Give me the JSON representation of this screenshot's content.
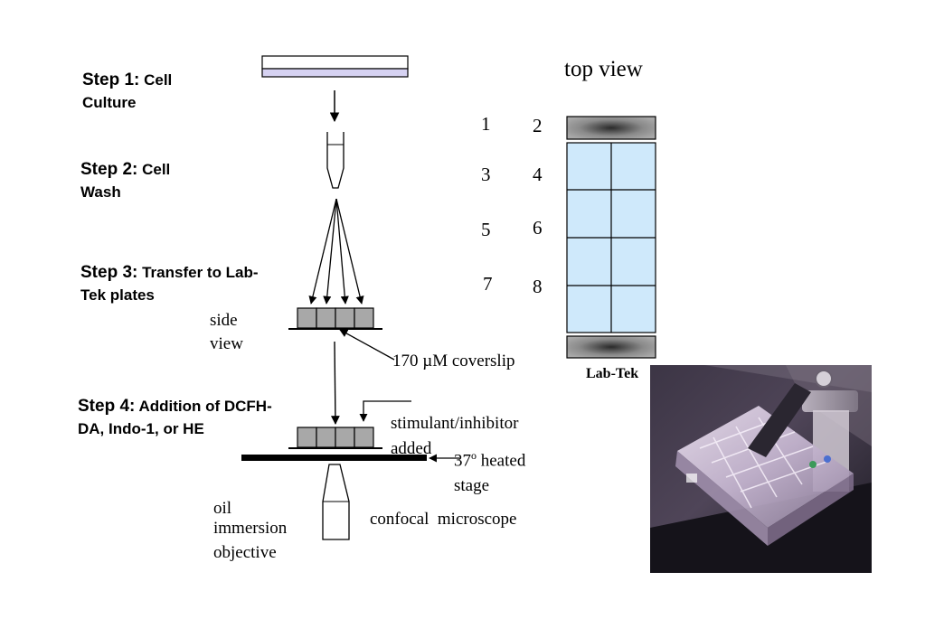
{
  "steps": [
    {
      "num": "Step 1:",
      "rest1": "Cell",
      "rest2": "Culture"
    },
    {
      "num": "Step 2:",
      "rest1": "Cell",
      "rest2": "Wash"
    },
    {
      "num": "Step 3:",
      "rest1": "Transfer to Lab-",
      "rest2": "Tek plates"
    },
    {
      "num": "Step 4:",
      "rest1": "Addition of DCFH-",
      "rest2": "DA, Indo-1, or HE"
    }
  ],
  "labels": {
    "side_view_1": "side",
    "side_view_2": "view",
    "coverslip": "170 µM coverslip",
    "stimulant_1": "stimulant/inhibitor",
    "stimulant_2": "added",
    "heated_1a": "37",
    "heated_1sup": "o",
    "heated_1b": " heated",
    "heated_2": "stage",
    "oil_1": "oil",
    "oil_2": "immersion",
    "oil_3": "objective",
    "confocal": "confocal  microscope",
    "top_view": "top view",
    "lab_tek": "Lab-Tek"
  },
  "well_numbers": [
    "1",
    "2",
    "3",
    "4",
    "5",
    "6",
    "7",
    "8"
  ],
  "colors": {
    "dish_fill": "#d6d2f2",
    "well_fill": "#cfe9fb",
    "block_fill": "#a8a8a8",
    "ink": "#000000"
  }
}
